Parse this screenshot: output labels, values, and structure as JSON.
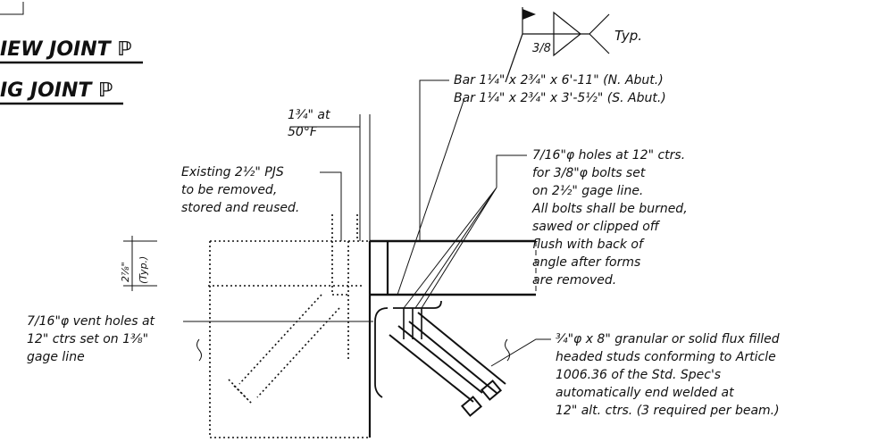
{
  "titles": {
    "new_joint": "IEW JOINT ℙ",
    "existing_joint": "IG JOINT ℙ"
  },
  "weld_symbol": {
    "size": "3/8",
    "note": "Typ."
  },
  "dimensions": {
    "gap_line1": "1¾\" at",
    "gap_line2": "50°F",
    "height_line1": "2⅞\"",
    "height_line2": "(Typ.)"
  },
  "notes": {
    "bar": [
      "Bar 1¼\" x 2¾\" x 6'-11\" (N. Abut.)",
      "Bar 1¼\" x 2¾\" x 3'-5½\" (S. Abut.)"
    ],
    "existing_pjs": [
      "Existing 2½\" PJS",
      "to be removed,",
      "stored and reused."
    ],
    "holes": [
      "7/16\"φ holes at 12\" ctrs.",
      "for 3/8\"φ bolts set",
      "on 2½\" gage line.",
      "All bolts shall be burned,",
      "sawed or clipped off",
      "flush with back of",
      "angle after forms",
      "are removed."
    ],
    "vent_holes": [
      "7/16\"φ vent holes at",
      "12\" ctrs set on 1⅜\"",
      "gage line"
    ],
    "studs": [
      "¾\"φ x 8\" granular or solid flux filled",
      "headed studs conforming to Article",
      "1006.36 of the Std. Spec's",
      "automatically end welded at",
      "12\" alt. ctrs. (3 required per beam.)"
    ]
  }
}
